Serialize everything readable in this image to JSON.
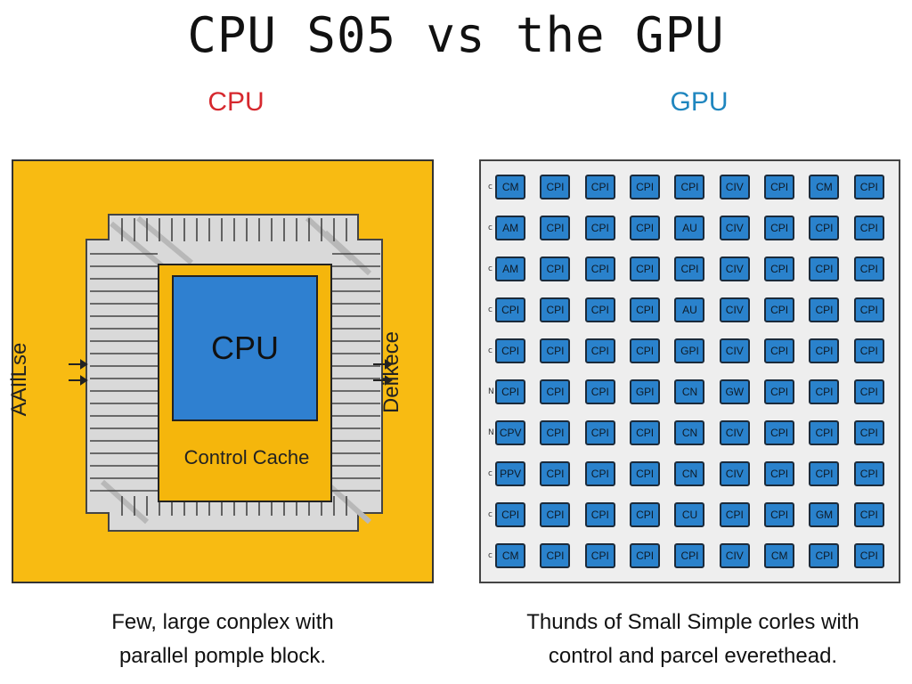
{
  "title": "CPU S05 vs the GPU",
  "cpu": {
    "heading": "CPU",
    "core_label": "CPU",
    "die_label": "Control Cache",
    "left_label": "AAIlLse",
    "right_label": "Deilkece",
    "caption_line1": "Few, large conplex with",
    "caption_line2": "parallel pomple block."
  },
  "gpu": {
    "heading": "GPU",
    "grid": [
      [
        "CM",
        "CPI",
        "CPI",
        "CPI",
        "CPI",
        "CIV",
        "CPI",
        "CM",
        "CPI"
      ],
      [
        "AM",
        "CPI",
        "CPI",
        "CPI",
        "AU",
        "CIV",
        "CPI",
        "CPI",
        "CPI"
      ],
      [
        "AM",
        "CPI",
        "CPI",
        "CPI",
        "CPI",
        "CIV",
        "CPI",
        "CPI",
        "CPI"
      ],
      [
        "CPI",
        "CPI",
        "CPI",
        "CPI",
        "AU",
        "CIV",
        "CPI",
        "CPI",
        "CPI"
      ],
      [
        "CPI",
        "CPI",
        "CPI",
        "CPI",
        "GPI",
        "CIV",
        "CPI",
        "CPI",
        "CPI"
      ],
      [
        "CPI",
        "CPI",
        "CPI",
        "GPI",
        "CN",
        "GW",
        "CPI",
        "CPI",
        "CPI"
      ],
      [
        "CPV",
        "CPI",
        "CPI",
        "CPI",
        "CN",
        "CIV",
        "CPI",
        "CPI",
        "CPI"
      ],
      [
        "PPV",
        "CPI",
        "CPI",
        "CPI",
        "CN",
        "CIV",
        "CPI",
        "CPI",
        "CPI"
      ],
      [
        "CPI",
        "CPI",
        "CPI",
        "CPI",
        "CU",
        "CPI",
        "CPI",
        "GM",
        "CPI"
      ],
      [
        "CM",
        "CPI",
        "CPI",
        "CPI",
        "CPI",
        "CIV",
        "CM",
        "CPI",
        "CPI"
      ]
    ],
    "row_left_pins": [
      "c",
      "c",
      "c",
      "c",
      "c",
      "N",
      "N",
      "c",
      "c",
      "c"
    ],
    "caption_line1": "Thunds of Small Simple corles with",
    "caption_line2": "control and parcel everethead."
  },
  "colors": {
    "cpu_panel": "#f8bb12",
    "cpu_core": "#2f80d0",
    "gpu_core": "#2a82cc",
    "cpu_heading": "#d6282e",
    "gpu_heading": "#1f86bf"
  }
}
